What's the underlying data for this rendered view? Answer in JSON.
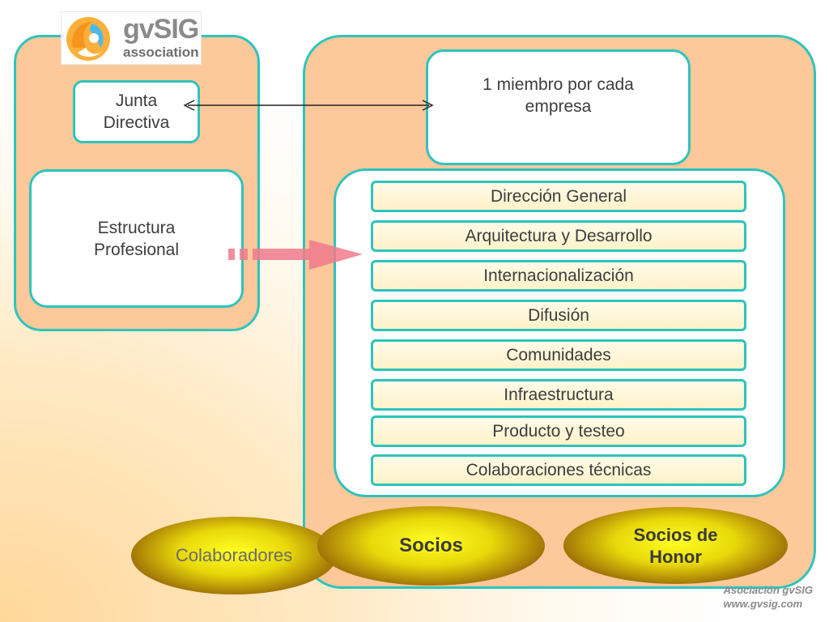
{
  "logo": {
    "brand": "gvSIG",
    "subtitle": "association"
  },
  "left": {
    "junta": "Junta\nDirectiva",
    "estructura": "Estructura\nProfesional"
  },
  "right": {
    "miembro": "1 miembro por cada\nempresa",
    "areas": [
      "Dirección General",
      "Arquitectura y Desarrollo",
      "Internacionalización",
      "Difusión",
      "Comunidades",
      "Infraestructura",
      "Producto y testeo",
      "Colaboraciones técnicas"
    ]
  },
  "members": {
    "colaboradores": "Colaboradores",
    "socios": "Socios",
    "socios_honor": "Socios de\nHonor"
  },
  "footer": {
    "org": "Asociación gvSIG",
    "url": "www.gvsig.com"
  },
  "colors": {
    "panel": "#fdc89a",
    "border": "#2ec4bc",
    "arrow": "#f07a8c"
  }
}
